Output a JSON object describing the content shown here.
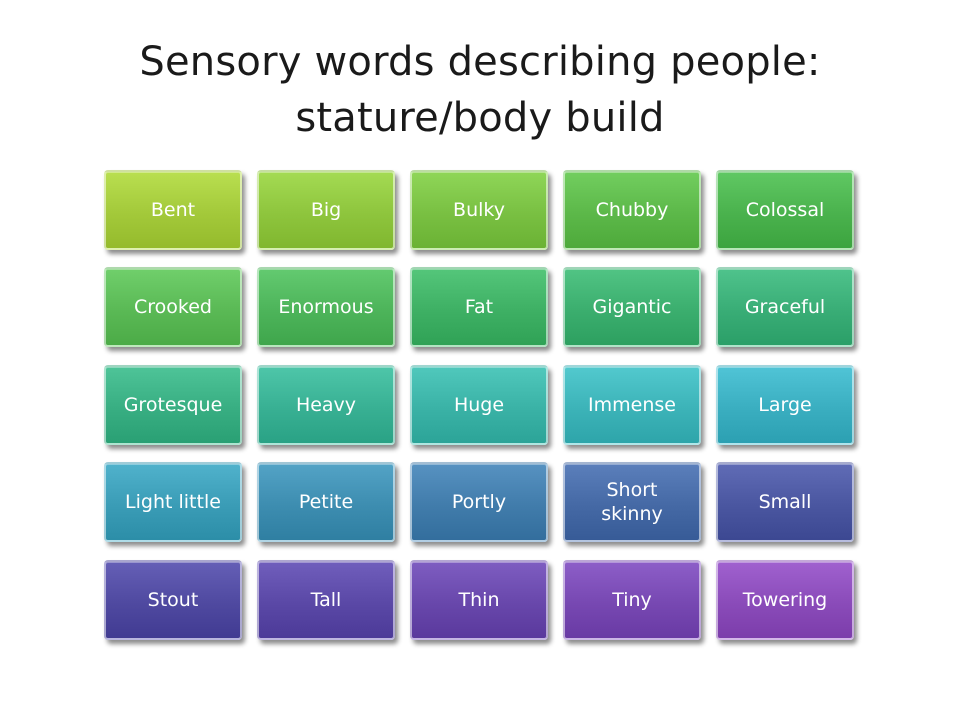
{
  "title": {
    "line1": "Sensory words describing people:",
    "line2": "stature/body build"
  },
  "grid": {
    "rows": [
      {
        "color_top": "#b8d23a",
        "color_bottom": "#8cbc2c",
        "words": [
          "Bent",
          "Big",
          "Bulky",
          "Chubby",
          "Colossal"
        ],
        "colors": [
          "#a3c93a",
          "#8ec53d",
          "#79c042",
          "#5cb849",
          "#4ab24d"
        ]
      },
      {
        "words": [
          "Crooked",
          "Enormous",
          "Fat",
          "Gigantic",
          "Graceful"
        ],
        "colors": [
          "#5ab955",
          "#4db45a",
          "#3eb064",
          "#3bae6e",
          "#39ad76"
        ]
      },
      {
        "words": [
          "Grotesque",
          "Heavy",
          "Huge",
          "Immense",
          "Large"
        ],
        "colors": [
          "#38ae82",
          "#38b093",
          "#3ab2a6",
          "#3cb3b8",
          "#3aaec0"
        ]
      },
      {
        "words": [
          "Light little",
          "Petite",
          "Portly",
          "Short\nskinny",
          "Small"
        ],
        "colors": [
          "#3a9cb6",
          "#3d8db0",
          "#417cab",
          "#4569a5",
          "#4a56a0"
        ]
      },
      {
        "words": [
          "Stout",
          "Tall",
          "Thin",
          "Tiny",
          "Towering"
        ],
        "colors": [
          "#4f49a0",
          "#5a48a6",
          "#6847ab",
          "#7748b2",
          "#8a4bb9"
        ]
      }
    ]
  }
}
